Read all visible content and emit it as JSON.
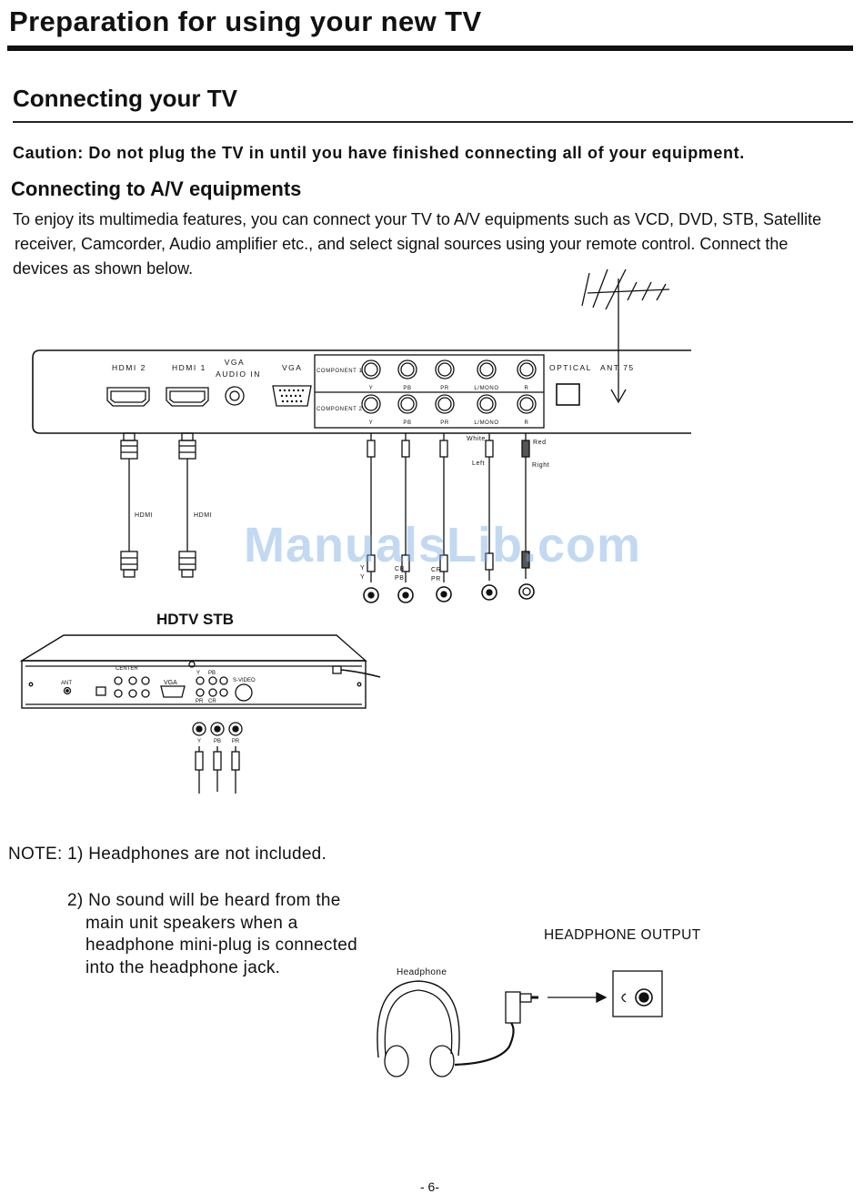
{
  "page": {
    "title": "Preparation for using your new TV",
    "section_title": "Connecting your TV",
    "caution": "Caution: Do not plug the TV in until you have finished connecting all of your equipment.",
    "subsection_title": "Connecting to A/V equipments",
    "intro_lines": [
      "To enjoy its multimedia features, you can connect your TV to A/V equipments such as VCD, DVD, STB, Satellite",
      "receiver, Camcorder, Audio amplifier etc., and select signal sources using your remote control.  Connect the",
      "devices  as shown below."
    ],
    "page_number": "- 6-",
    "watermark": "ManualsLib.com"
  },
  "tv_panel": {
    "hdmi2": "HDMI 2",
    "hdmi1": "HDMI 1",
    "vga_audio_1": "VGA",
    "vga_audio_2": "AUDIO IN",
    "vga": "VGA",
    "component1": "COMPONENT 1",
    "component2": "COMPONENT 2",
    "col_y": "Y",
    "col_pb": "PB",
    "col_pr": "PR",
    "col_lmono": "L/MONO",
    "col_r": "R",
    "optical": "OPTICAL",
    "ant": "ANT 75"
  },
  "cables": {
    "hdmi_a": "HDMI",
    "hdmi_b": "HDMI",
    "white": "White",
    "left": "Left",
    "red": "Red",
    "right": "Right",
    "y1": "Y",
    "y2": "Y",
    "cb": "CB",
    "pb": "PB",
    "cr": "CR",
    "pr": "PR"
  },
  "stb": {
    "title": "HDTV STB",
    "ant": "ANT",
    "center": "CENTER",
    "vga": "VGA",
    "y": "Y",
    "pb": "PB",
    "pr": "PR",
    "cr": "CR",
    "svideo": "S-VIDEO",
    "jack_y": "Y",
    "jack_pb": "PB",
    "jack_pr": "PR"
  },
  "notes": {
    "note1": "NOTE: 1) Headphones are not included.",
    "note2_lines": [
      "2) No sound will be heard from the",
      "main unit speakers when a",
      "headphone mini-plug is connected",
      "into the headphone jack."
    ],
    "headphone_output": "HEADPHONE OUTPUT",
    "headphone_label": "Headphone"
  }
}
